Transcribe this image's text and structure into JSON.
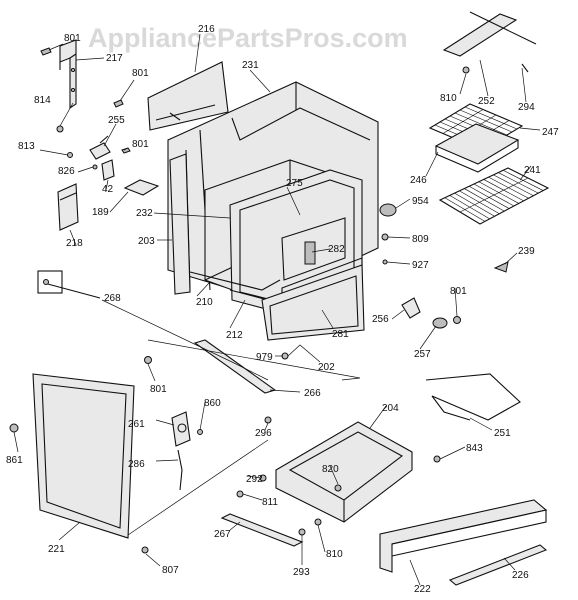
{
  "watermark": "AppliancePartsPros.com",
  "labels": [
    {
      "id": "p801a",
      "text": "801"
    },
    {
      "id": "p217",
      "text": "217"
    },
    {
      "id": "p216",
      "text": "216"
    },
    {
      "id": "p801b",
      "text": "801"
    },
    {
      "id": "p231",
      "text": "231"
    },
    {
      "id": "p814",
      "text": "814"
    },
    {
      "id": "p255",
      "text": "255"
    },
    {
      "id": "p813",
      "text": "813"
    },
    {
      "id": "p826",
      "text": "826"
    },
    {
      "id": "p42",
      "text": "42"
    },
    {
      "id": "p801c",
      "text": "801"
    },
    {
      "id": "p189",
      "text": "189"
    },
    {
      "id": "p218",
      "text": "218"
    },
    {
      "id": "p232",
      "text": "232"
    },
    {
      "id": "p203",
      "text": "203"
    },
    {
      "id": "p275",
      "text": "275"
    },
    {
      "id": "p268",
      "text": "268"
    },
    {
      "id": "p210",
      "text": "210"
    },
    {
      "id": "p212",
      "text": "212"
    },
    {
      "id": "p282",
      "text": "282"
    },
    {
      "id": "p281",
      "text": "281"
    },
    {
      "id": "p202",
      "text": "202"
    },
    {
      "id": "p979",
      "text": "979"
    },
    {
      "id": "p801d",
      "text": "801"
    },
    {
      "id": "p266",
      "text": "266"
    },
    {
      "id": "p860",
      "text": "860"
    },
    {
      "id": "p261",
      "text": "261"
    },
    {
      "id": "p296",
      "text": "296"
    },
    {
      "id": "p861",
      "text": "861"
    },
    {
      "id": "p286",
      "text": "286"
    },
    {
      "id": "p221",
      "text": "221"
    },
    {
      "id": "p807",
      "text": "807"
    },
    {
      "id": "p810a",
      "text": "810"
    },
    {
      "id": "p252",
      "text": "252"
    },
    {
      "id": "p294",
      "text": "294"
    },
    {
      "id": "p247",
      "text": "247"
    },
    {
      "id": "p246",
      "text": "246"
    },
    {
      "id": "p241",
      "text": "241"
    },
    {
      "id": "p954",
      "text": "954"
    },
    {
      "id": "p809",
      "text": "809"
    },
    {
      "id": "p927",
      "text": "927"
    },
    {
      "id": "p239",
      "text": "239"
    },
    {
      "id": "p801e",
      "text": "801"
    },
    {
      "id": "p256",
      "text": "256"
    },
    {
      "id": "p257",
      "text": "257"
    },
    {
      "id": "p251",
      "text": "251"
    },
    {
      "id": "p204",
      "text": "204"
    },
    {
      "id": "p843",
      "text": "843"
    },
    {
      "id": "p292",
      "text": "292"
    },
    {
      "id": "p820",
      "text": "820"
    },
    {
      "id": "p811",
      "text": "811"
    },
    {
      "id": "p267",
      "text": "267"
    },
    {
      "id": "p293",
      "text": "293"
    },
    {
      "id": "p810b",
      "text": "810"
    },
    {
      "id": "p222",
      "text": "222"
    },
    {
      "id": "p226",
      "text": "226"
    }
  ]
}
